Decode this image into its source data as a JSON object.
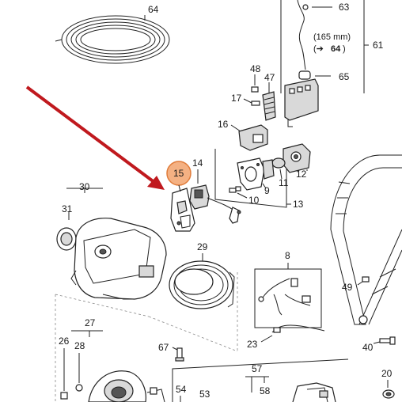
{
  "labels": {
    "p64": "64",
    "p63": "63",
    "p61": "61",
    "p65": "65",
    "p48": "48",
    "p47": "47",
    "p17": "17",
    "p16": "16",
    "p15": "15",
    "p14": "14",
    "p12": "12",
    "p11": "11",
    "p9": "9",
    "p10": "10",
    "p13": "13",
    "p30": "30",
    "p31": "31",
    "p29": "29",
    "p8": "8",
    "p49": "49",
    "p23": "23",
    "p27": "27",
    "p26": "26",
    "p28": "28",
    "p67": "67",
    "p40": "40",
    "p57": "57",
    "p58": "58",
    "p54": "54",
    "p53": "53",
    "p20": "20"
  },
  "note": {
    "length": "(165 mm)",
    "arrow": "(➔",
    "ref": "64",
    "close": ")"
  },
  "colors": {
    "highlight": "#f4b183",
    "highlight_stroke": "#e07b39",
    "arrow": "#c0191e"
  }
}
